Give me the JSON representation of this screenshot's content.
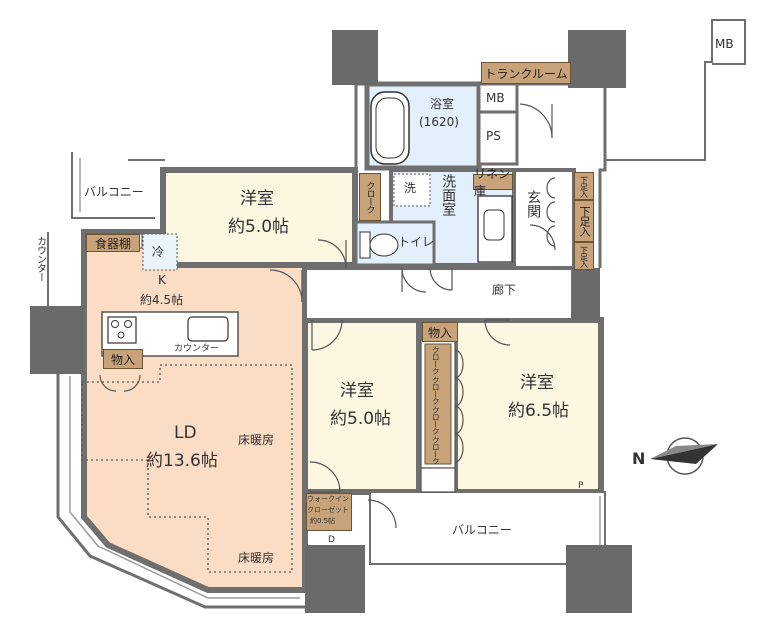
{
  "rooms": {
    "western1": {
      "name": "洋室",
      "size": "約5.0帖"
    },
    "western2": {
      "name": "洋室",
      "size": "約5.0帖"
    },
    "western3": {
      "name": "洋室",
      "size": "約6.5帖"
    },
    "kitchen": {
      "name": "K",
      "size": "約4.5帖"
    },
    "ld": {
      "name": "LD",
      "size": "約13.6帖"
    },
    "bath": {
      "name": "浴室",
      "size": "(1620)"
    },
    "washroom": "洗面室",
    "entrance": "玄関",
    "corridor": "廊下",
    "toilet": "トイレ",
    "balcony_north": "バルコニー",
    "balcony_south": "バルコニー"
  },
  "labels": {
    "trunk_room": "トランクルーム",
    "mb_top": "MB",
    "mb": "MB",
    "ps": "PS",
    "wash": "洗",
    "linen": "リネン庫",
    "closet_small": "クローク",
    "shoes_upper": "下足入",
    "shoes": "下足入",
    "shoes_lower": "下足入",
    "pantry": "食器棚",
    "fridge": "冷",
    "counter_side": "カウンター",
    "counter": "カウンター",
    "storage_kitchen": "物入",
    "storage_hall": "物入",
    "closets": [
      "クローク",
      "クローク",
      "クローク",
      "クローク"
    ],
    "floor_heating_1": "床暖房",
    "floor_heating_2": "床暖房",
    "walkin_1": "ウォークイン",
    "walkin_2": "クローゼット",
    "walkin_3": "約0.5帖",
    "d": "D",
    "p": "P",
    "compass": "N"
  },
  "colors": {
    "ld_floor": "#fbdcc4",
    "western_floor": "#fbf7e1",
    "wet_floor": "#e3effa",
    "wall": "#6f6f6f",
    "pillar": "#6a6a6a",
    "tag": "#c8a37a"
  }
}
